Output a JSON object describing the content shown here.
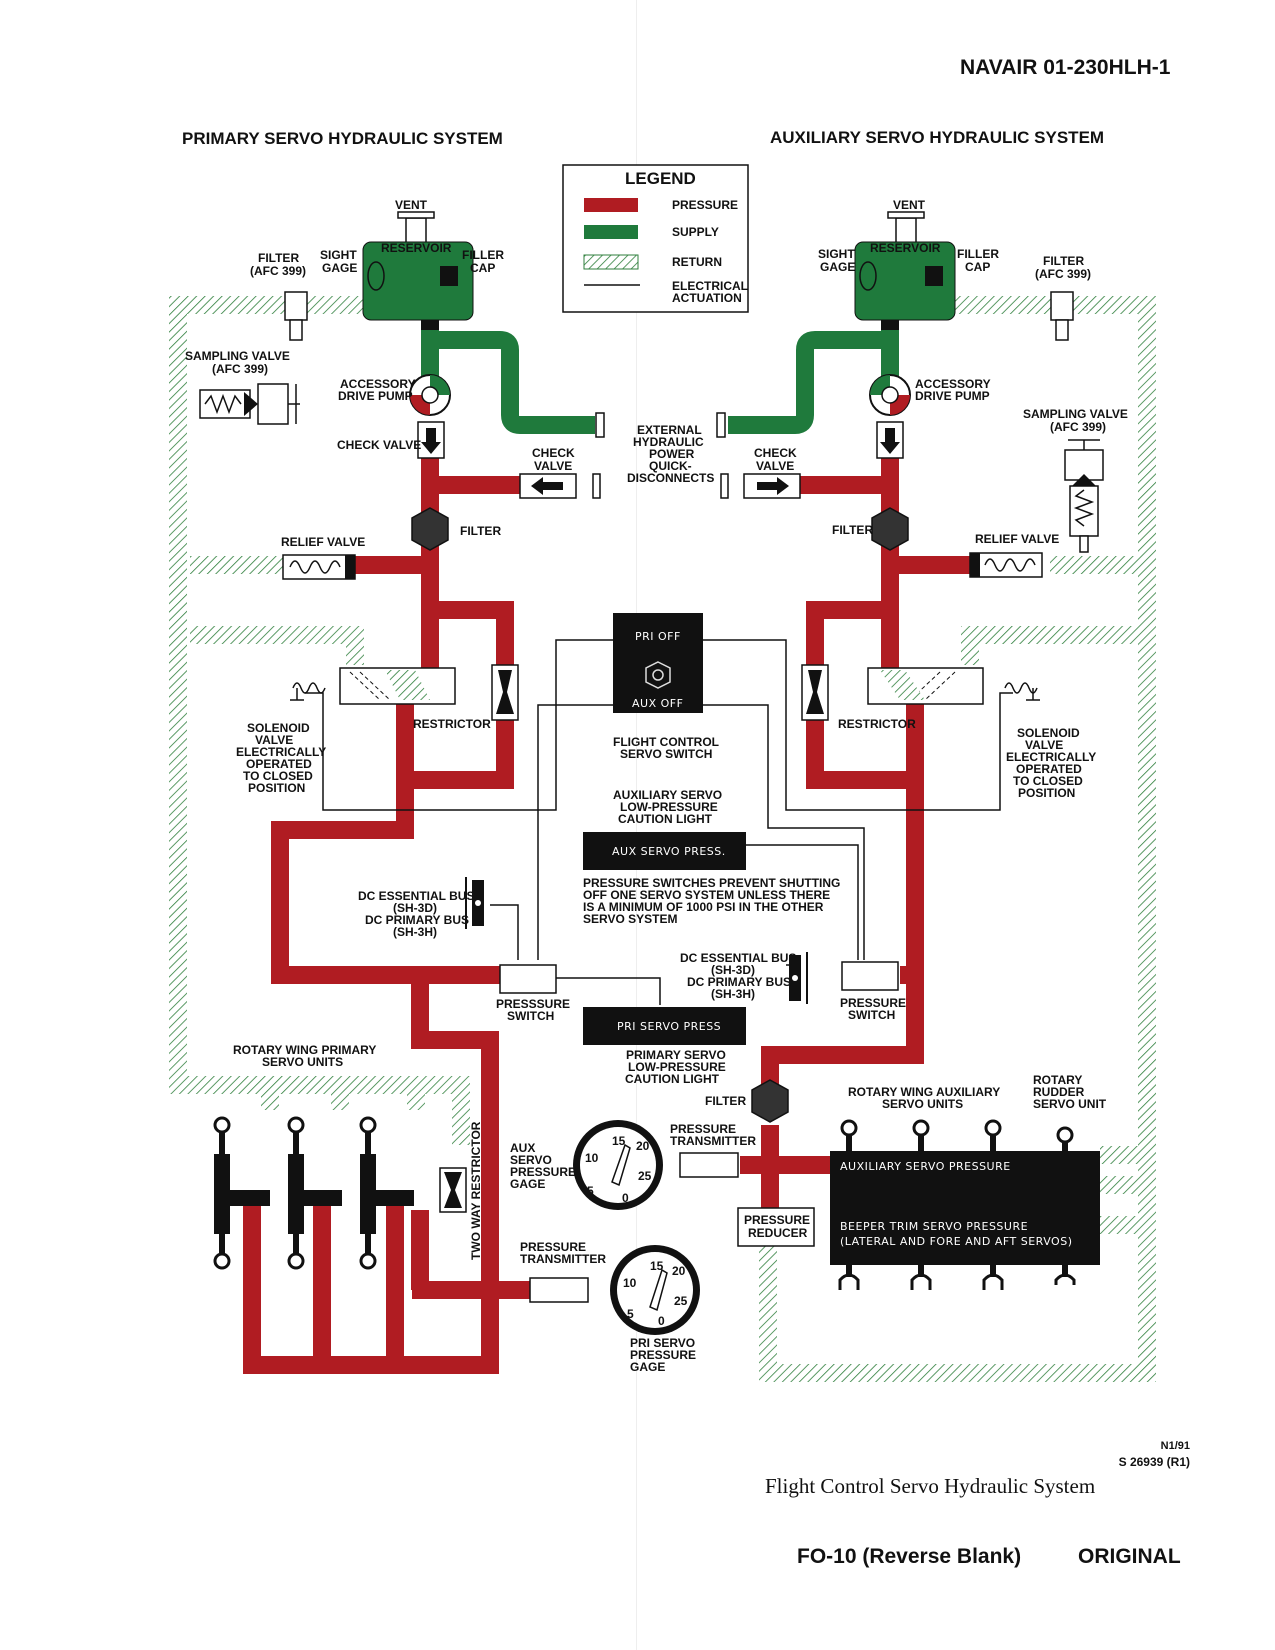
{
  "document_id": "NAVAIR 01-230HLH-1",
  "sections": {
    "primary": "PRIMARY SERVO HYDRAULIC SYSTEM",
    "auxiliary": "AUXILIARY SERVO HYDRAULIC SYSTEM"
  },
  "legend": {
    "title": "LEGEND",
    "pressure": "PRESSURE",
    "supply": "SUPPLY",
    "return": "RETURN",
    "electrical_1": "ELECTRICAL",
    "electrical_2": "ACTUATION"
  },
  "colors": {
    "pressure": "#b01c22",
    "supply": "#1f7a3c",
    "return": "#2f7f3c"
  },
  "labels": {
    "vent": "VENT",
    "reservoir": "RESERVOIR",
    "sight_1": "SIGHT",
    "sight_2": "GAGE",
    "filler_1": "FILLER",
    "filler_2": "CAP",
    "filter": "FILTER",
    "afc": "(AFC 399)",
    "sampling_valve": "SAMPLING VALVE",
    "accessory_1": "ACCESSORY",
    "accessory_2": "DRIVE PUMP",
    "check_valve": "CHECK VALVE",
    "check": "CHECK",
    "valve": "VALVE",
    "ext_1": "EXTERNAL",
    "ext_2": "HYDRAULIC",
    "ext_3": "POWER",
    "ext_4": "QUICK-",
    "ext_5": "DISCONNECTS",
    "relief_valve": "RELIEF VALVE",
    "restrictor": "RESTRICTOR",
    "sol_1": "SOLENOID",
    "sol_2": "VALVE",
    "sol_3": "ELECTRICALLY",
    "sol_4": "OPERATED",
    "sol_5": "TO CLOSED",
    "sol_6": "POSITION",
    "pri_off": "PRI  OFF",
    "aux_off": "AUX  OFF",
    "fcs_1": "FLIGHT CONTROL",
    "fcs_2": "SERVO SWITCH",
    "auxlt_1": "AUXILIARY SERVO",
    "auxlt_2": "LOW-PRESSURE",
    "auxlt_3": "CAUTION LIGHT",
    "aux_servo_press": "AUX SERVO PRESS.",
    "note_1": "PRESSURE SWITCHES PREVENT SHUTTING",
    "note_2": "OFF ONE SERVO SYSTEM UNLESS THERE",
    "note_3": "IS A MINIMUM OF 1000 PSI IN THE OTHER",
    "note_4": "SERVO SYSTEM",
    "dc_ess": "DC ESSENTIAL BUS",
    "sh3d": "(SH-3D)",
    "dc_pri": "DC PRIMARY BUS",
    "sh3h": "(SH-3H)",
    "presssure": "PRESSSURE",
    "pressure": "PRESSURE",
    "switch": "SWITCH",
    "pri_servo_press": "PRI SERVO PRESS",
    "prilt_1": "PRIMARY SERVO",
    "prilt_2": "LOW-PRESSURE",
    "prilt_3": "CAUTION LIGHT",
    "rwp_1": "ROTARY WING PRIMARY",
    "rwp_2": "SERVO UNITS",
    "two_way": "TWO WAY RESTRICTOR",
    "auxg_1": "AUX",
    "auxg_2": "SERVO",
    "auxg_3": "PRESSURE",
    "auxg_4": "GAGE",
    "xmit_1": "PRESSURE",
    "xmit_2": "TRANSMITTER",
    "prig_1": "PRI SERVO",
    "prig_2": "PRESSURE",
    "prig_3": "GAGE",
    "rwa_1": "ROTARY WING AUXILIARY",
    "rwa_2": "SERVO UNITS",
    "rud_1": "ROTARY",
    "rud_2": "RUDDER",
    "rud_3": "SERVO UNIT",
    "aux_servo_pressure": "AUXILIARY  SERVO  PRESSURE",
    "beeper_1": "BEEPER  TRIM  SERVO  PRESSURE",
    "beeper_2": "(LATERAL  AND  FORE  AND  AFT  SERVOS)",
    "reducer_1": "PRESSURE",
    "reducer_2": "REDUCER",
    "g5": "5",
    "g10": "10",
    "g15": "15",
    "g20": "20",
    "g25": "25",
    "g0": "0"
  },
  "stamp": "N1/91",
  "serial": "S 26939 (R1)",
  "caption": "Flight Control Servo Hydraulic System",
  "footer_left": "FO-10 (Reverse Blank)",
  "footer_right": "ORIGINAL"
}
